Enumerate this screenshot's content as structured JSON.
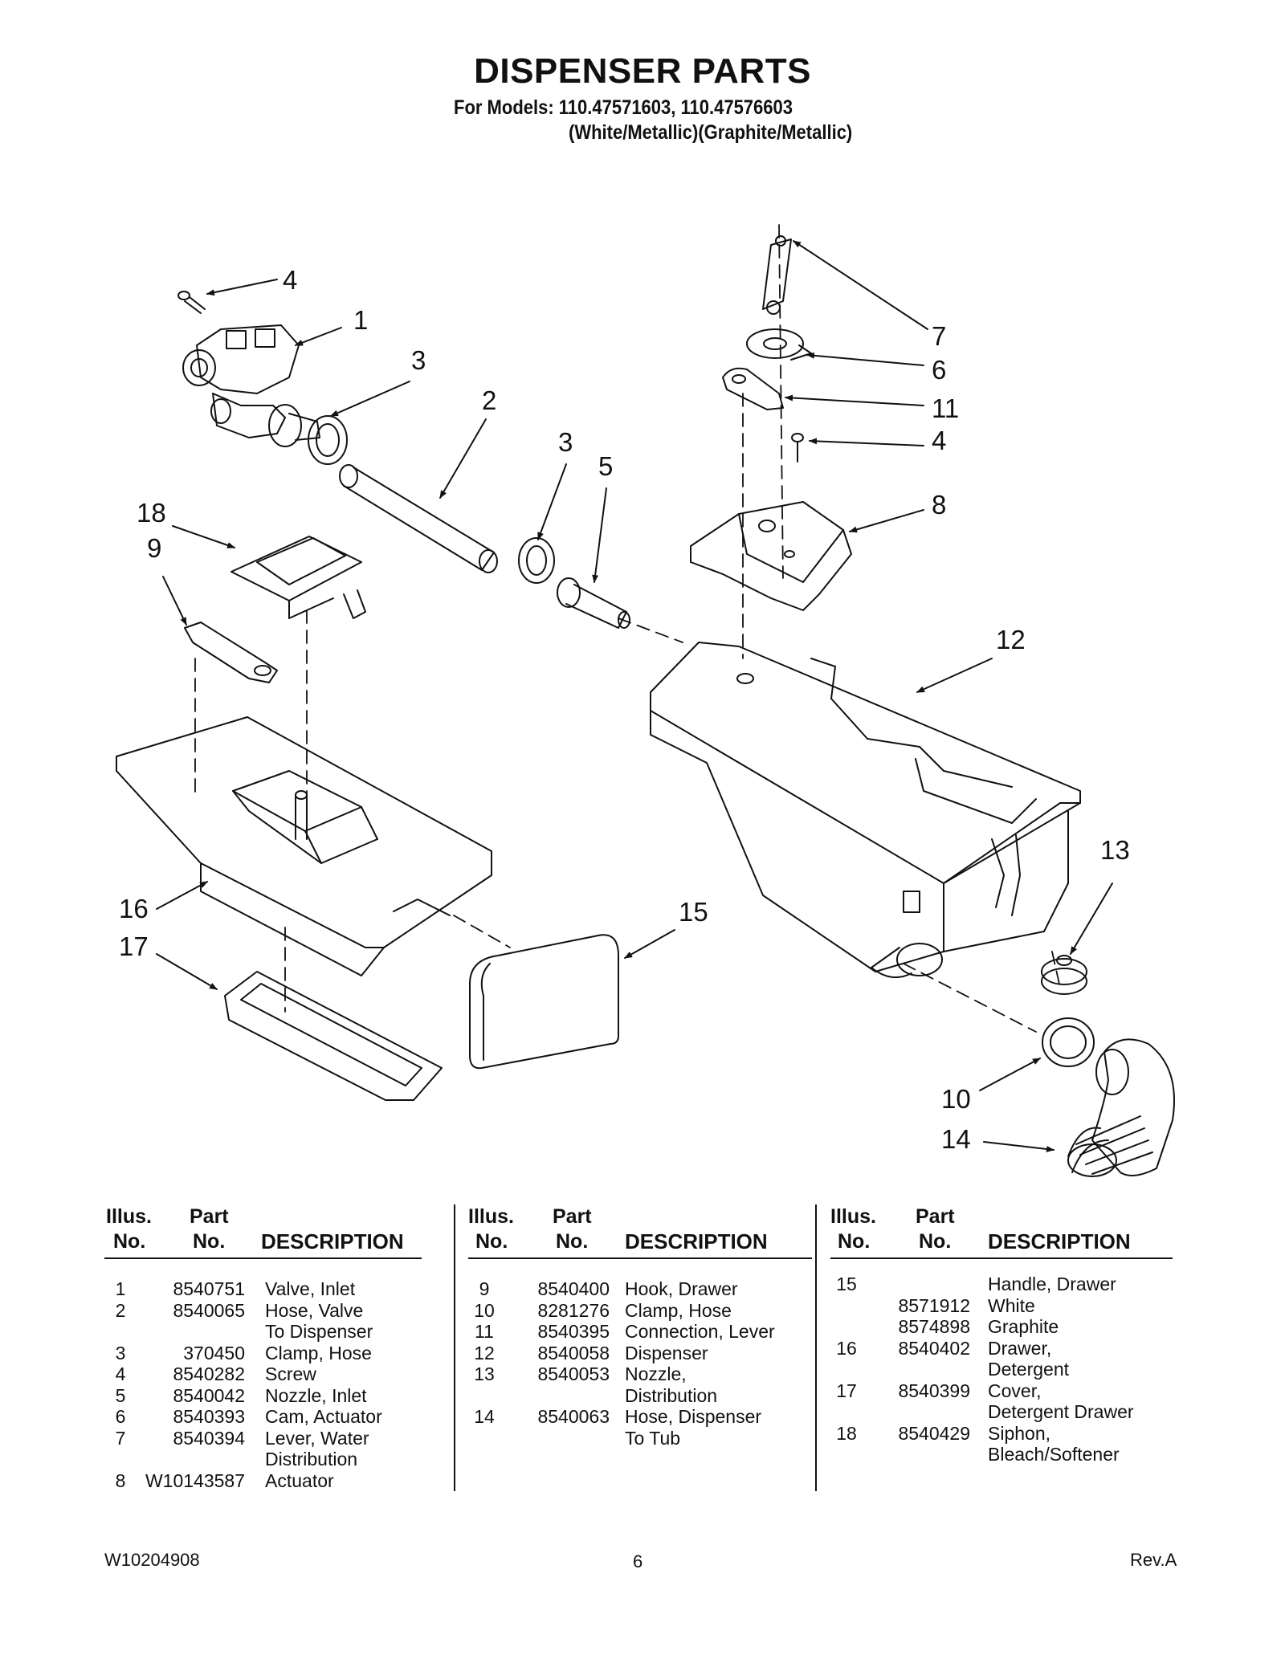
{
  "header": {
    "title": "DISPENSER PARTS",
    "models": "For Models: 110.47571603, 110.47576603",
    "colors": "(White/Metallic)(Graphite/Metallic)"
  },
  "callouts": [
    "4",
    "1",
    "3",
    "2",
    "3",
    "5",
    "18",
    "9",
    "7",
    "6",
    "11",
    "4",
    "8",
    "12",
    "13",
    "16",
    "15",
    "17",
    "10",
    "14"
  ],
  "table_headers": {
    "illus_1": "Illus.",
    "illus_2": "No.",
    "part_1": "Part",
    "part_2": "No.",
    "description": "DESCRIPTION"
  },
  "parts_columns": [
    [
      {
        "illus": "1",
        "part": "8540751",
        "desc": [
          "Valve, Inlet"
        ]
      },
      {
        "illus": "2",
        "part": "8540065",
        "desc": [
          "Hose, Valve",
          "To Dispenser"
        ]
      },
      {
        "illus": "3",
        "part": "370450",
        "desc": [
          "Clamp, Hose"
        ]
      },
      {
        "illus": "4",
        "part": "8540282",
        "desc": [
          "Screw"
        ]
      },
      {
        "illus": "5",
        "part": "8540042",
        "desc": [
          "Nozzle, Inlet"
        ]
      },
      {
        "illus": "6",
        "part": "8540393",
        "desc": [
          "Cam, Actuator"
        ]
      },
      {
        "illus": "7",
        "part": "8540394",
        "desc": [
          "Lever, Water",
          "Distribution"
        ]
      },
      {
        "illus": "8",
        "part": "W10143587",
        "desc": [
          "Actuator"
        ]
      }
    ],
    [
      {
        "illus": "9",
        "part": "8540400",
        "desc": [
          "Hook, Drawer"
        ]
      },
      {
        "illus": "10",
        "part": "8281276",
        "desc": [
          "Clamp, Hose"
        ]
      },
      {
        "illus": "11",
        "part": "8540395",
        "desc": [
          "Connection, Lever"
        ]
      },
      {
        "illus": "12",
        "part": "8540058",
        "desc": [
          "Dispenser"
        ]
      },
      {
        "illus": "13",
        "part": "8540053",
        "desc": [
          "Nozzle,",
          "Distribution"
        ]
      },
      {
        "illus": "14",
        "part": "8540063",
        "desc": [
          "Hose, Dispenser",
          "To Tub"
        ]
      }
    ],
    [
      {
        "illus": "15",
        "part": "",
        "desc": [
          "Handle, Drawer"
        ]
      },
      {
        "illus": "",
        "part": "8571912",
        "desc": [
          "White"
        ]
      },
      {
        "illus": "",
        "part": "8574898",
        "desc": [
          "Graphite"
        ]
      },
      {
        "illus": "16",
        "part": "8540402",
        "desc": [
          "Drawer,",
          "Detergent"
        ]
      },
      {
        "illus": "17",
        "part": "8540399",
        "desc": [
          "Cover,",
          "Detergent Drawer"
        ]
      },
      {
        "illus": "18",
        "part": "8540429",
        "desc": [
          "Siphon,",
          "Bleach/Softener"
        ]
      }
    ]
  ],
  "footer": {
    "doc_number": "W10204908",
    "page": "6",
    "revision": "Rev.A"
  }
}
